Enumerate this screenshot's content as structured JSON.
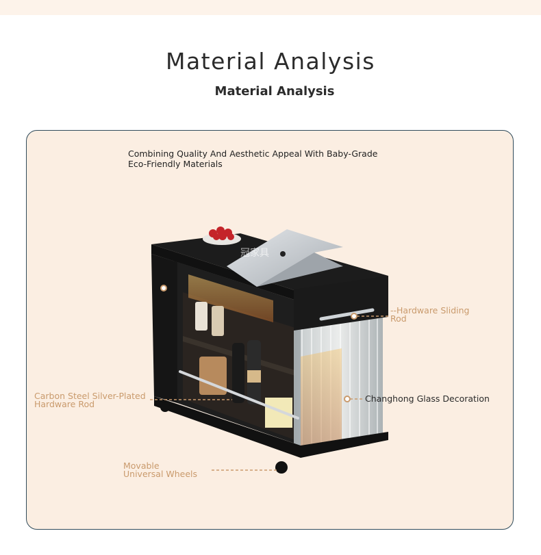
{
  "heading": {
    "title": "Material Analysis",
    "subtitle": "Material Analysis"
  },
  "panel": {
    "intro_line1": "Combining Quality And Aesthetic Appeal With Baby-Grade",
    "intro_line2": "Eco-Friendly Materials",
    "watermark": "冠家具",
    "callouts": {
      "sliding_rod_line1": "--Hardware Sliding",
      "sliding_rod_line2": "Rod",
      "silver_rod_line1": "Carbon Steel Silver-Plated",
      "silver_rod_line2": "Hardware Rod",
      "glass": "Changhong Glass Decoration",
      "wheels_line1": "Movable",
      "wheels_line2": "Universal Wheels"
    }
  },
  "colors": {
    "panel_bg": "#fbeee2",
    "panel_border": "#2f4a5a",
    "callout_accent": "#c99a6c",
    "title_text": "#2b2b2b"
  }
}
